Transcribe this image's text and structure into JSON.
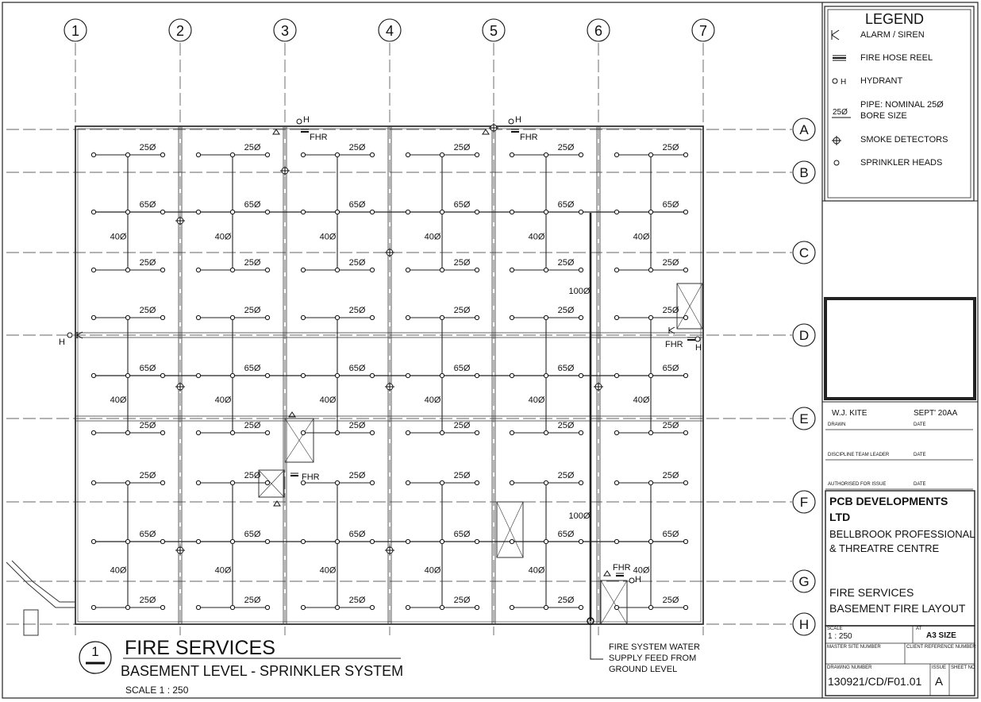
{
  "grid": {
    "columns": [
      "1",
      "2",
      "3",
      "4",
      "5",
      "6",
      "7"
    ],
    "rows": [
      "A",
      "B",
      "C",
      "D",
      "E",
      "F",
      "G",
      "H"
    ]
  },
  "pipe_labels": {
    "top": "25Ø",
    "main": "65Ø",
    "branch": "40Ø",
    "riser": "100Ø"
  },
  "symbols": {
    "hydrant": "H",
    "hose_reel": "FHR"
  },
  "legend": {
    "title": "LEGEND",
    "items": [
      {
        "icon": "alarm-siren-icon",
        "label": "ALARM / SIREN"
      },
      {
        "icon": "fire-hose-reel-icon",
        "label": "FIRE HOSE REEL"
      },
      {
        "icon": "hydrant-icon",
        "label": "HYDRANT",
        "glyph": "H"
      },
      {
        "icon": "pipe-size-icon",
        "label": "PIPE: NOMINAL 25Ø",
        "label2": "BORE SIZE",
        "glyph": "25Ø"
      },
      {
        "icon": "smoke-detector-icon",
        "label": "SMOKE DETECTORS"
      },
      {
        "icon": "sprinkler-head-icon",
        "label": "SPRINKLER HEADS"
      }
    ]
  },
  "drawing_title": {
    "number": "1",
    "title": "FIRE SERVICES",
    "subtitle": "BASEMENT LEVEL - SPRINKLER SYSTEM",
    "scale": "SCALE   1 : 250"
  },
  "water_supply_note": [
    "FIRE SYSTEM WATER",
    "SUPPLY FEED FROM",
    "GROUND LEVEL"
  ],
  "title_block": {
    "drawn_by": "W.J. KITE",
    "drawn_date": "SEPT' 20AA",
    "drawn_label": "DRAWN",
    "date_label": "DATE",
    "team_leader_label": "DISCIPLINE TEAM LEADER",
    "authorised_label": "AUTHORISED FOR ISSUE",
    "company_line1": "PCB DEVELOPMENTS",
    "company_line2": "LTD",
    "project_line1": "BELLBROOK PROFESSIONAL",
    "project_line2": "& THREATRE CENTRE",
    "sheet_title_line1": "FIRE SERVICES",
    "sheet_title_line2": "BASEMENT FIRE LAYOUT",
    "scale_label": "SCALE",
    "scale_value": "1 : 250",
    "at_label": "AT",
    "size_value": "A3 SIZE",
    "master_site_label": "MASTER SITE NUMBER",
    "client_ref_label": "CLIENT REFERENCE NUMBER",
    "drawing_number_label": "DRAWING NUMBER",
    "issue_label": "ISSUE",
    "sheet_no_label": "SHEET NO",
    "drawing_number": "130921/CD/F01.01",
    "issue": "A"
  }
}
